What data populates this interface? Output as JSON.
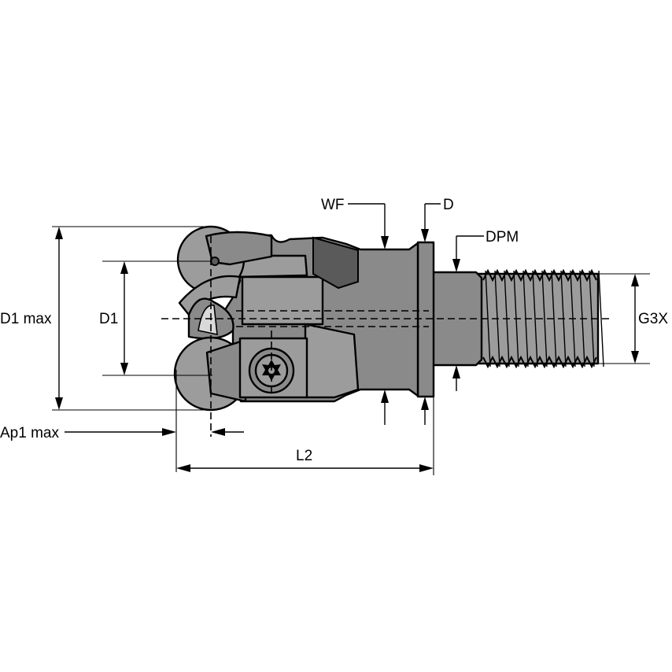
{
  "labels": {
    "d1_max": "D1 max",
    "d1": "D1",
    "ap1_max": "Ap1 max",
    "l2": "L2",
    "wf": "WF",
    "d": "D",
    "dpm": "DPM",
    "g3x": "G3X"
  }
}
